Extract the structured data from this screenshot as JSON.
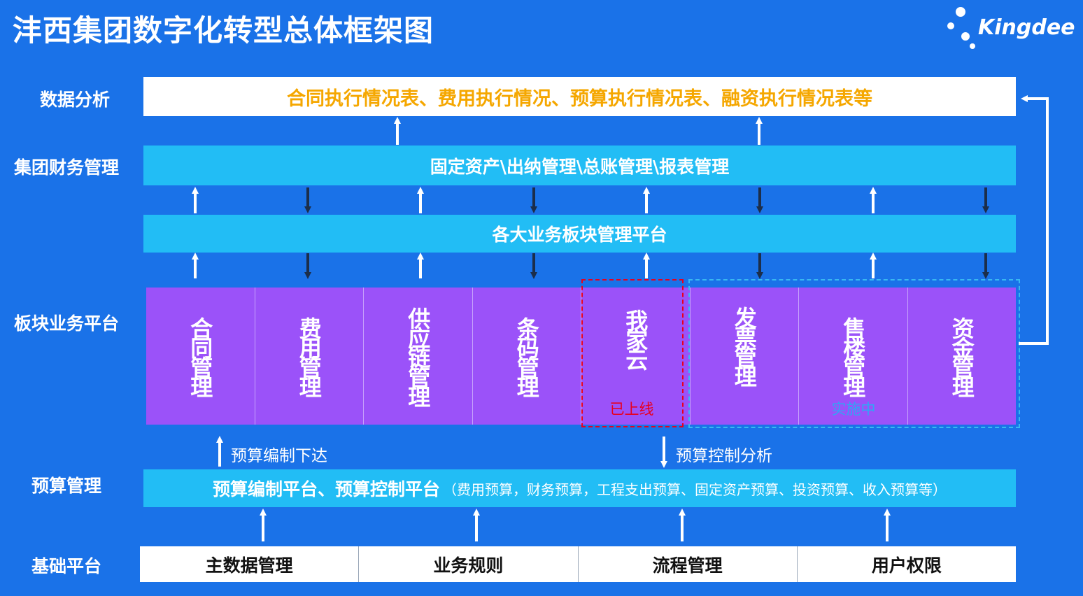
{
  "title": "沣西集团数字化转型总体框架图",
  "logo": {
    "text": "Kingdee"
  },
  "rows": {
    "data_analysis": {
      "label": "数据分析",
      "content": "合同执行情况表、费用执行情况、预算执行情况表、融资执行情况表等"
    },
    "group_finance": {
      "label": "集团财务管理",
      "content": "固定资产\\出纳管理\\总账管理\\报表管理"
    },
    "business_platform": {
      "content": "各大业务板块管理平台"
    },
    "segment_platform": {
      "label": "板块业务平台",
      "modules": [
        {
          "label": "合同管理"
        },
        {
          "label": "费用管理"
        },
        {
          "label": "供应链管理"
        },
        {
          "label": "条码管理"
        },
        {
          "label": "我家云"
        },
        {
          "label": "发票管理"
        },
        {
          "label": "售楼管理"
        },
        {
          "label": "资金管理"
        }
      ],
      "status_live": "已上线",
      "status_in_progress": "实施中"
    },
    "budget": {
      "label": "预算管理",
      "content_main": "预算编制平台、预算控制平台",
      "content_detail": "（费用预算，财务预算，工程支出预算、固定资产预算、投资预算、收入预算等）",
      "flow_up": "预算编制下达",
      "flow_down": "预算控制分析"
    },
    "foundation": {
      "label": "基础平台",
      "items": [
        "主数据管理",
        "业务规则",
        "流程管理",
        "用户权限"
      ]
    }
  },
  "colors": {
    "background": "#1a72e8",
    "cyan_bar": "#22bdf5",
    "module_purple": "#9b52f9",
    "highlight_orange": "#f5a700",
    "status_red": "#e8001e",
    "status_blue": "#2fa6f5",
    "arrow_dark": "#1c2e4a"
  }
}
